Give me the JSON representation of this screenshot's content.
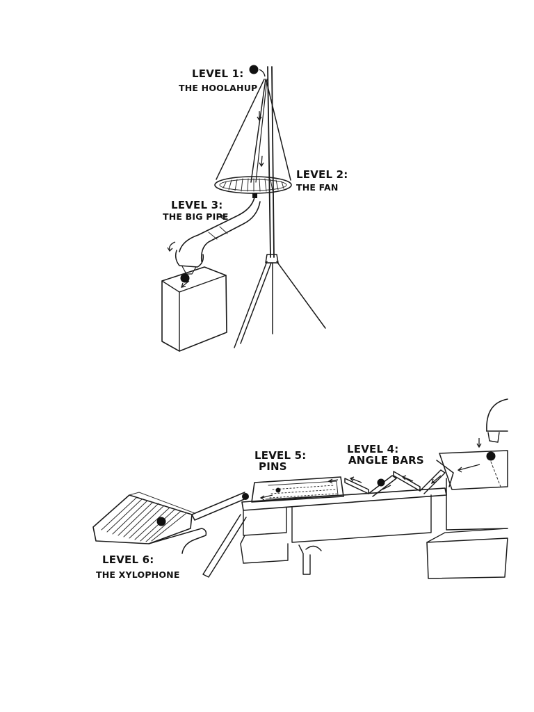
{
  "levels": [
    {
      "title": "LEVEL 1:",
      "name": "THE HOOLAHUP"
    },
    {
      "title": "LEVEL 2:",
      "name": "THE FAN"
    },
    {
      "title": "LEVEL 3:",
      "name": "THE BIG PIPE"
    },
    {
      "title": "LEVEL 4:",
      "name": "ANGLE BARS"
    },
    {
      "title": "LEVEL 5:",
      "name": "PINS"
    },
    {
      "title": "LEVEL 6:",
      "name": "THE XYLOPHONE"
    }
  ],
  "colors": {
    "ink": "#1a1a1a",
    "background": "#ffffff",
    "panel_bg": "#f7f7f7"
  }
}
